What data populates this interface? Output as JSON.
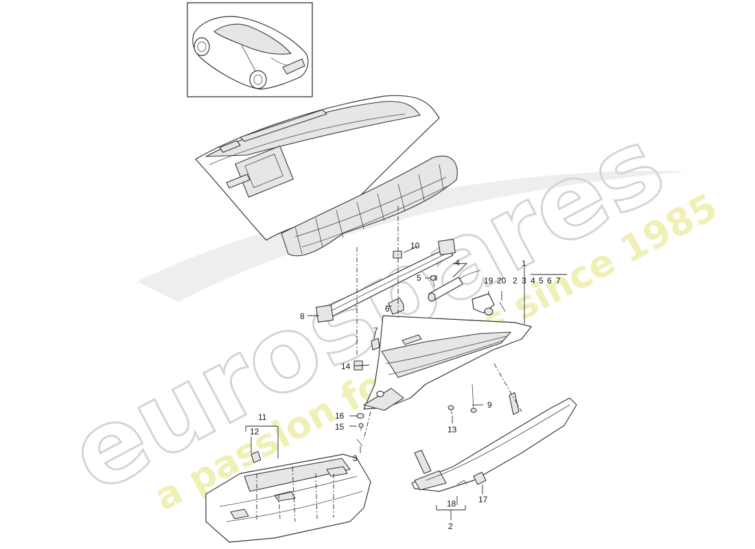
{
  "watermark": {
    "brand": "eurospares",
    "tagline": "a passion for parts since 1985"
  },
  "callouts": {
    "c1": "1",
    "c2a": "2",
    "c2b": "2",
    "c3": "3",
    "c4": "4",
    "c5": "5",
    "c6": "6",
    "c7": "7",
    "c8": "8",
    "c9": "9",
    "c10": "10",
    "c11": "11",
    "c12": "12",
    "c13": "13",
    "c14": "14",
    "c15": "15",
    "c16": "16",
    "c17": "17",
    "c18": "18",
    "c19": "19",
    "c20": "20",
    "grp3": "3",
    "grp4": "4",
    "grp5": "5",
    "grp6": "6",
    "grp7": "7"
  },
  "colors": {
    "watermark_brand": "#d9d9d9",
    "watermark_tagline": "#f0f0b4",
    "line": "#333333"
  }
}
